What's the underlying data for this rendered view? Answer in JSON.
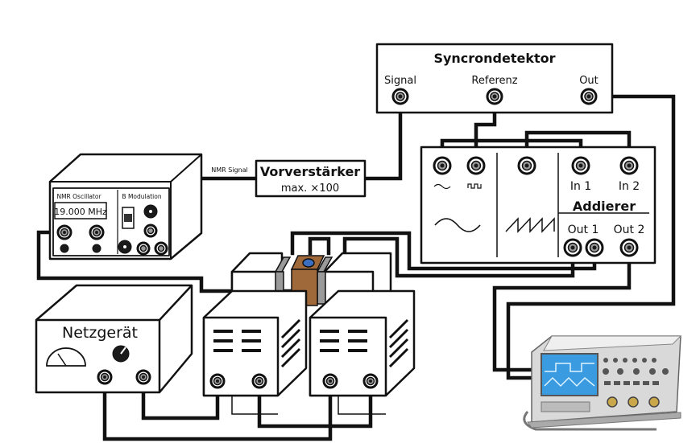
{
  "syncdetector": {
    "title": "Syncrondetektor",
    "port_signal": "Signal",
    "port_referenz": "Referenz",
    "port_out": "Out"
  },
  "adder": {
    "title": "Addierer",
    "in1": "In 1",
    "in2": "In 2",
    "out1": "Out 1",
    "out2": "Out 2"
  },
  "preamp": {
    "title": "Vorverstärker",
    "gain": "max. ×100"
  },
  "wire_labels": {
    "nmr_signal": "NMR Signal"
  },
  "nmr_unit": {
    "oscillator_label": "NMR Oscillator",
    "modulation_label": "B Modulation",
    "frequency_display": "19.000 MHz"
  },
  "power_supply": {
    "title": "Netzgerät"
  },
  "colors": {
    "sample": "#a0693a",
    "pole_piece": "#9a9a9a",
    "scope_screen": "#3a9be0"
  }
}
